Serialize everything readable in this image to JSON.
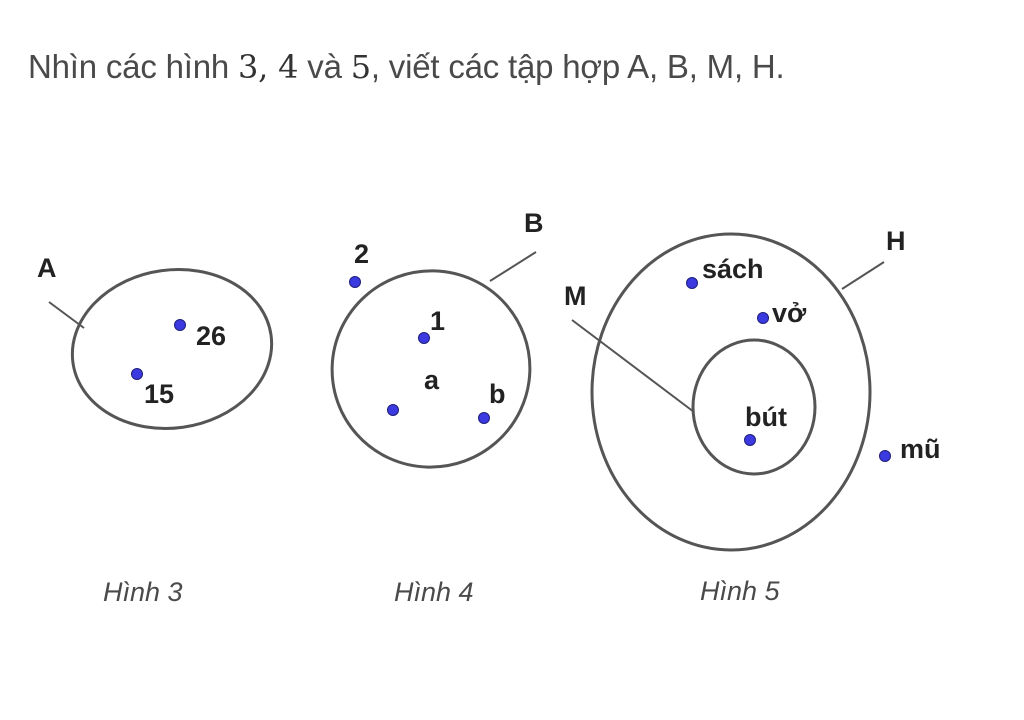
{
  "question": {
    "prefix": "Nhìn các hình ",
    "n1": "3",
    "sep1": ", ",
    "n2": "4",
    "mid": " và ",
    "n3": "5",
    "suffix": ", viết các tập hợp A, B, M, H."
  },
  "figures": {
    "hinh3": {
      "caption": "Hình 3",
      "set_label": "A",
      "elements": [
        "26",
        "15"
      ]
    },
    "hinh4": {
      "caption": "Hình 4",
      "set_label": "B",
      "outside": [
        "2"
      ],
      "elements": [
        "1",
        "a",
        "b"
      ]
    },
    "hinh5": {
      "caption": "Hình 5",
      "outer_label": "H",
      "inner_label": "M",
      "outer_elements": [
        "sách",
        "vở"
      ],
      "inner_elements": [
        "bút"
      ],
      "outside": [
        "mũ"
      ]
    }
  },
  "colors": {
    "point": "#3a3ae0",
    "outline": "#555555",
    "text": "#4a4a4a"
  }
}
